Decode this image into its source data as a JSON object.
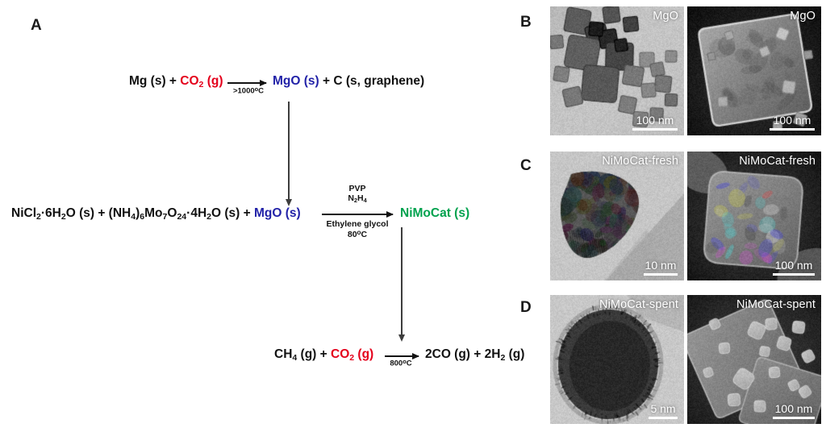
{
  "figure": {
    "panels": [
      {
        "id": "A",
        "label": "A"
      },
      {
        "id": "B",
        "label": "B"
      },
      {
        "id": "C",
        "label": "C"
      },
      {
        "id": "D",
        "label": "D"
      }
    ]
  },
  "scheme": {
    "reaction1": {
      "reactants_black_1": "Mg (s) + ",
      "reactant_red": "CO",
      "reactant_red_sub": "2",
      "reactant_red_tail": " (g)",
      "product_blue": "MgO",
      "product_blue_tail": " (s)",
      "products_black_tail": " + C (s, graphene)",
      "condition_below": ">1000",
      "condition_below_deg": "o",
      "condition_below_unit": "C"
    },
    "reaction2": {
      "part1_a": "NiCl",
      "part1_a_sub": "2",
      "part1_b": "·6H",
      "part1_b_sub": "2",
      "part1_c": "O (s) + (NH",
      "part1_c_sub": "4",
      "part1_d": ")",
      "part1_d_sub": "6",
      "part1_e": "Mo",
      "part1_e_sub": "7",
      "part1_f": "O",
      "part1_f_sub": "24",
      "part1_g": "·4H",
      "part1_g_sub": "2",
      "part1_h": "O (s) + ",
      "mgo_blue": "MgO",
      "mgo_blue_tail": " (s)",
      "product_green": "NiMoCat (s)",
      "condition_above_line1": "PVP",
      "condition_above_line2_a": "N",
      "condition_above_line2_sub1": "2",
      "condition_above_line2_b": "H",
      "condition_above_line2_sub2": "4",
      "condition_below_line1": "Ethylene glycol",
      "condition_below_line2": "80",
      "condition_below_line2_deg": "o",
      "condition_below_line2_unit": "C"
    },
    "reaction3": {
      "reactant_black_a": "CH",
      "reactant_black_a_sub": "4",
      "reactant_black_b": " (g) + ",
      "reactant_red": "CO",
      "reactant_red_sub": "2",
      "reactant_red_tail": " (g)",
      "product_a": "2CO (g) + 2H",
      "product_a_sub": "2",
      "product_b": " (g)",
      "condition_below": "800",
      "condition_below_deg": "o",
      "condition_below_unit": "C"
    }
  },
  "micrographs": {
    "rowB": {
      "panel": "B",
      "left": {
        "label": "MgO",
        "scalebar_text": "100 nm",
        "modality": "tem",
        "background": "light"
      },
      "right": {
        "label": "MgO",
        "scalebar_text": "100 nm",
        "modality": "sem",
        "background": "dark"
      }
    },
    "rowC": {
      "panel": "C",
      "left": {
        "label": "NiMoCat-fresh",
        "scalebar_text": "10 nm",
        "modality": "tem",
        "background": "light"
      },
      "right": {
        "label": "NiMoCat-fresh",
        "scalebar_text": "100 nm",
        "modality": "sem",
        "background": "dark"
      }
    },
    "rowD": {
      "panel": "D",
      "left": {
        "label": "NiMoCat-spent",
        "scalebar_text": "5 nm",
        "modality": "tem",
        "background": "light"
      },
      "right": {
        "label": "NiMoCat-spent",
        "scalebar_text": "100 nm",
        "modality": "sem",
        "background": "dark"
      }
    }
  },
  "colors": {
    "red": "#e4001b",
    "blue": "#2222a8",
    "green": "#00a24e",
    "black": "#111111"
  }
}
